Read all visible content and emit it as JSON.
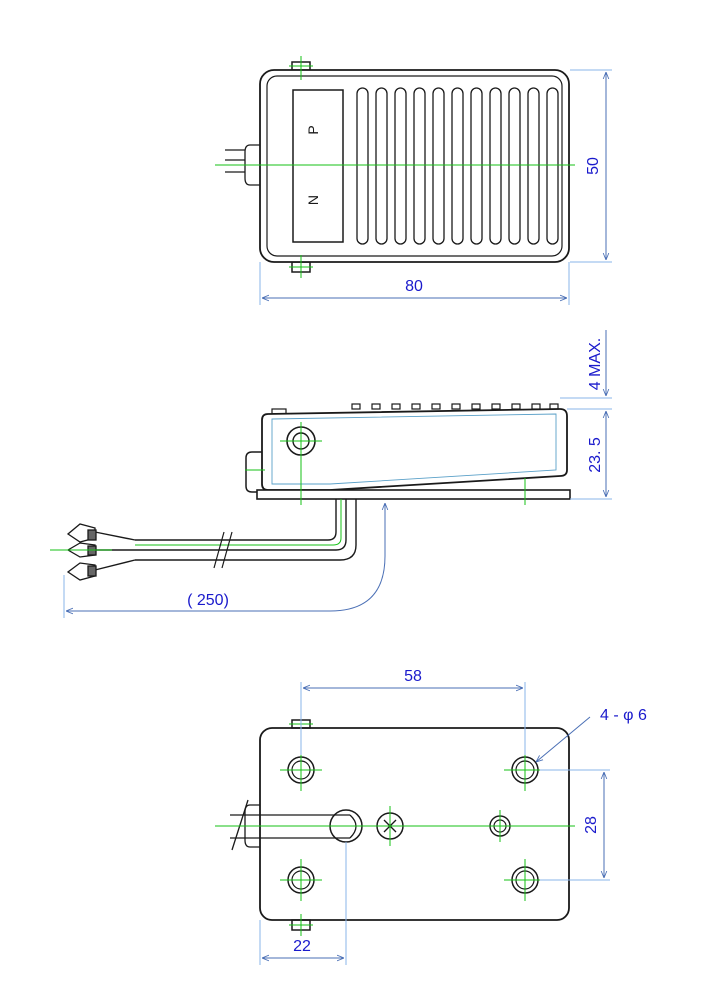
{
  "colors": {
    "outline": "#1a1a1a",
    "dimension": "#4a6fb5",
    "dimension_text": "#1a1acc",
    "centerline": "#16c216",
    "guide": "#8ab4e8"
  },
  "top_view": {
    "label_p": "P",
    "label_n": "N",
    "dim_height": "50",
    "dim_width": "80"
  },
  "side_view": {
    "dim_max": "4 MAX.",
    "dim_height": "23. 5",
    "dim_cable_length": "( 250)"
  },
  "bottom_view": {
    "dim_hole_spacing_x": "58",
    "dim_hole_spacing_y": "28",
    "dim_cable_offset": "22",
    "hole_callout": "4 - φ 6"
  }
}
